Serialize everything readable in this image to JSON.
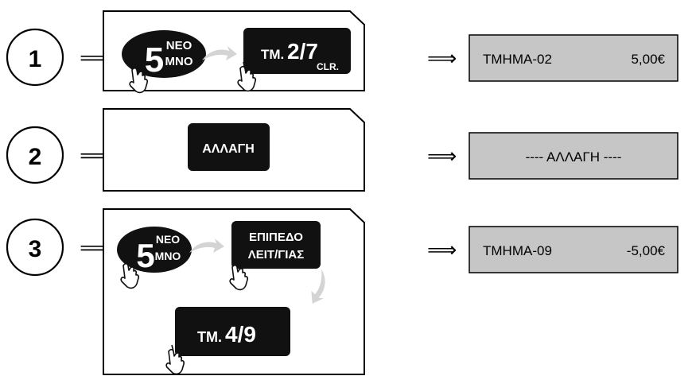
{
  "steps": [
    {
      "number": "1",
      "keys": [
        {
          "big": "5",
          "top": "ΝΕΟ",
          "bottom": "ΜΝΟ"
        },
        {
          "prefix": "ΤΜ.",
          "main": "2/7",
          "sub": "CLR."
        }
      ],
      "display": {
        "left": "ΤΜΗΜΑ-02",
        "right": "5,00€"
      }
    },
    {
      "number": "2",
      "keys": [
        {
          "label": "ΑΛΛΑΓΗ"
        }
      ],
      "display": {
        "center": "---- ΑΛΛΑΓΗ ----"
      }
    },
    {
      "number": "3",
      "keys": [
        {
          "big": "5",
          "top": "ΝΕΟ",
          "bottom": "ΜΝΟ"
        },
        {
          "line1": "ΕΠΙΠΕΔΟ",
          "line2": "ΛΕΙΤ/ΓΙΑΣ"
        },
        {
          "prefix": "ΤΜ.",
          "main": "4/9"
        }
      ],
      "display": {
        "left": "ΤΜΗΜΑ-09",
        "right": "-5,00€"
      }
    }
  ],
  "arrow_symbol": "⟹",
  "colors": {
    "key_bg": "#111111",
    "display_bg": "#c6c6c6",
    "outline": "#000000",
    "swoosh": "#d4d4d4"
  }
}
